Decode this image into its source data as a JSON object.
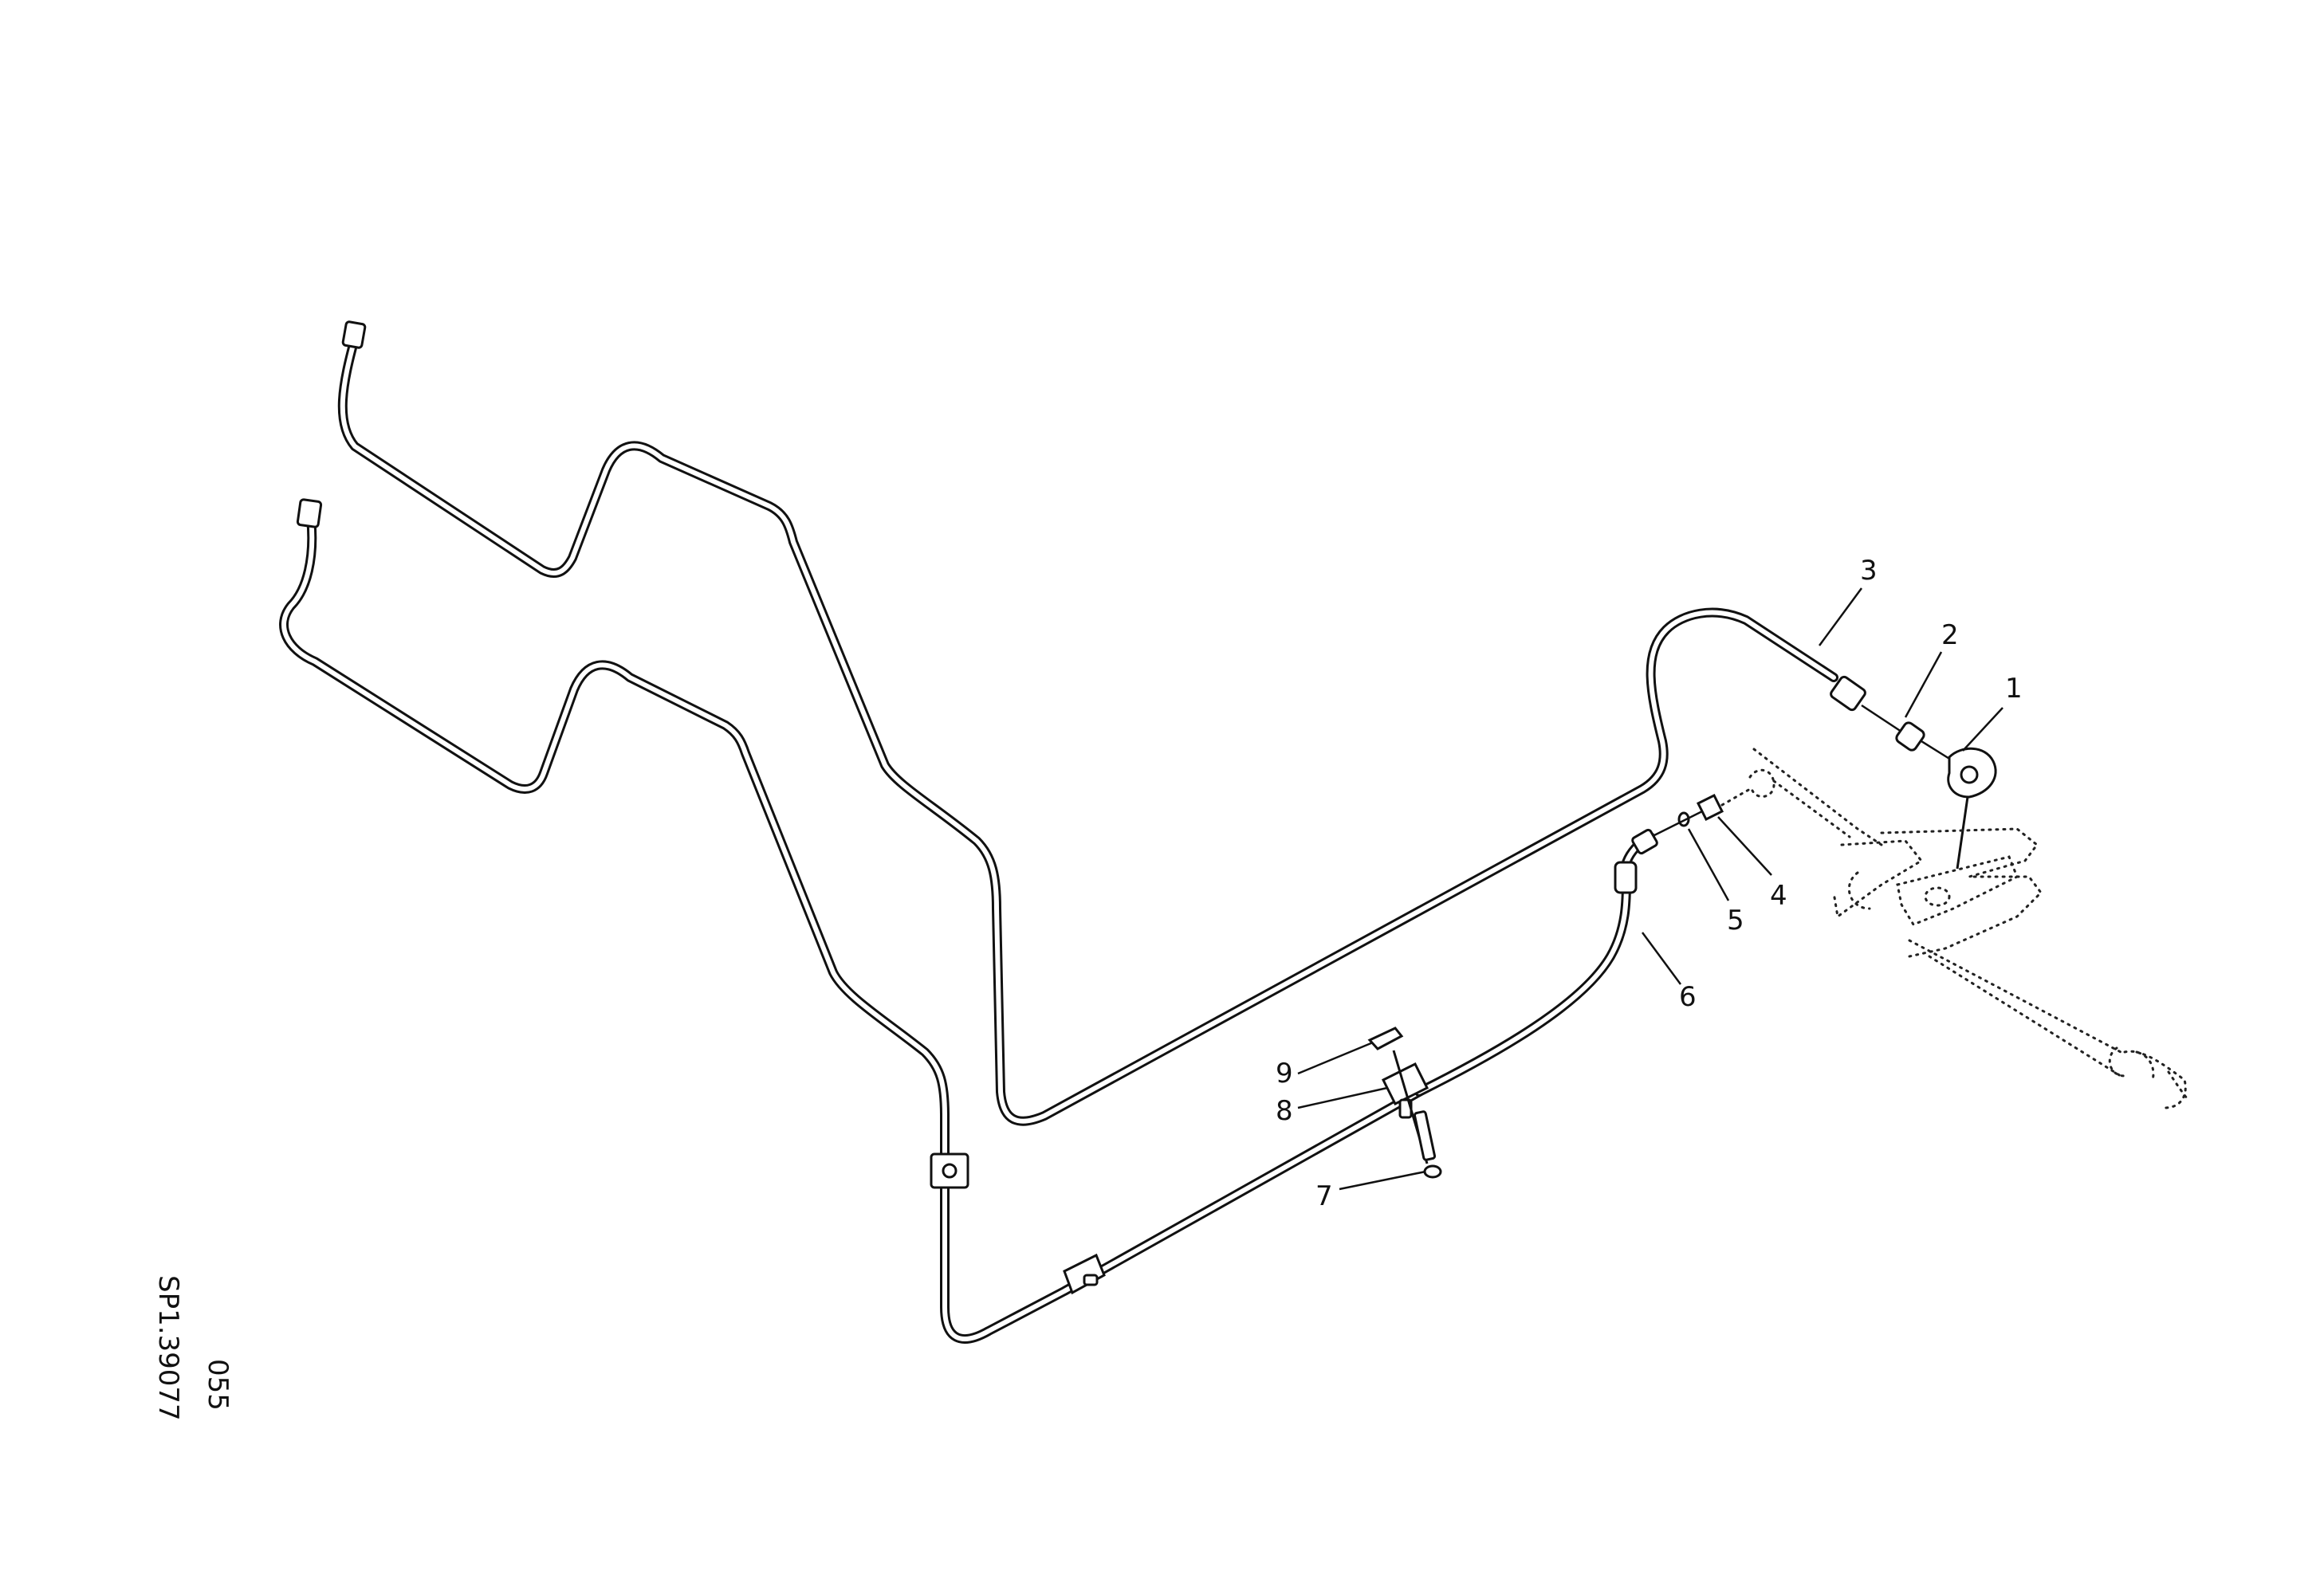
{
  "callouts": [
    {
      "id": "1",
      "label": "1"
    },
    {
      "id": "2",
      "label": "2"
    },
    {
      "id": "3",
      "label": "3"
    },
    {
      "id": "4",
      "label": "4"
    },
    {
      "id": "5",
      "label": "5"
    },
    {
      "id": "6",
      "label": "6"
    },
    {
      "id": "7",
      "label": "7"
    },
    {
      "id": "8",
      "label": "8"
    },
    {
      "id": "9",
      "label": "9"
    }
  ],
  "reference": {
    "line1": "SP1.39077",
    "line2": "055"
  }
}
